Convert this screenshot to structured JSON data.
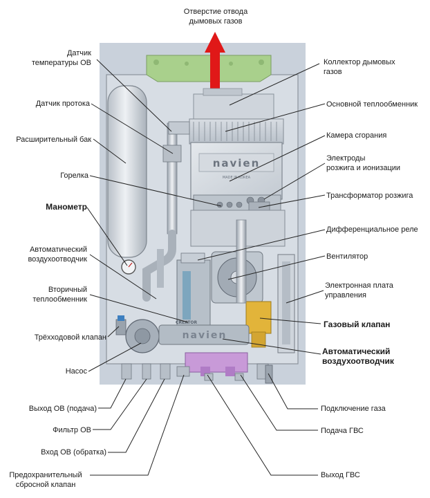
{
  "labels": {
    "flue_outlet": "Отверстие отвода\nдымовых газов",
    "temp_sensor": "Датчик\nтемпературы ОВ",
    "flow_sensor": "Датчик протока",
    "expansion_tank": "Расширительный бак",
    "burner": "Горелка",
    "manometer": "Манометр",
    "auto_air_vent_left": "Автоматический\nвоздухоотводчик",
    "secondary_hex": "Вторичный\nтеплообменник",
    "three_way_valve": "Трёхходовой клапан",
    "pump": "Насос",
    "heating_out": "Выход ОВ (подача)",
    "heating_filter": "Фильтр ОВ",
    "heating_in": "Вход ОВ (обратка)",
    "safety_valve": "Предохранительный\nсбросной клапан",
    "flue_collector": "Коллектор дымовых\nгазов",
    "main_hex": "Основной теплообменник",
    "combustion_chamber": "Камера сгорания",
    "electrodes": "Электроды\nрозжига и ионизации",
    "ignition_transformer": "Трансформатор розжига",
    "diff_relay": "Дифференциальное реле",
    "fan": "Вентилятор",
    "control_board": "Электронная плата\nуправления",
    "gas_valve": "Газовый клапан",
    "auto_air_vent_right": "Автоматический\nвоздухоотводчик",
    "gas_connection": "Подключение газа",
    "dhw_supply": "Подача ГВС",
    "dhw_out": "Выход ГВС"
  },
  "branding": {
    "logo_main": "navien",
    "logo_pipe": "navien",
    "logo_small": "CREATOR",
    "chamber_sub": "MADE IN KOREA"
  },
  "colors": {
    "arrow": "#e01818",
    "bracket": "#a8d08a",
    "panel": "#c6ced8",
    "pipe_purple": "#c89ad8",
    "gas_valve": "#e2b43a",
    "leader": "#222222"
  }
}
